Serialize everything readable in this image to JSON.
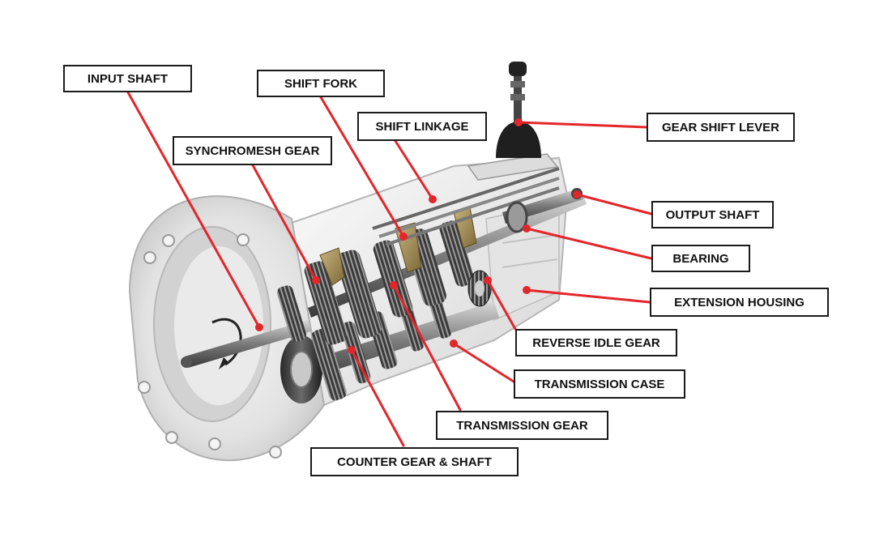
{
  "colors": {
    "leader": "#e3262a",
    "label_border": "#1a1a1a",
    "label_text": "#111111"
  },
  "labels": {
    "input_shaft": "INPUT SHAFT",
    "shift_fork": "SHIFT FORK",
    "shift_linkage": "SHIFT LINKAGE",
    "synchromesh_gear": "SYNCHROMESH GEAR",
    "gear_shift_lever": "GEAR SHIFT LEVER",
    "output_shaft": "OUTPUT SHAFT",
    "bearing": "BEARING",
    "extension_housing": "EXTENSION HOUSING",
    "reverse_idle_gear": "REVERSE IDLE GEAR",
    "transmission_case": "TRANSMISSION CASE",
    "transmission_gear": "TRANSMISSION GEAR",
    "counter_gear_shaft": "COUNTER GEAR & SHAFT"
  }
}
